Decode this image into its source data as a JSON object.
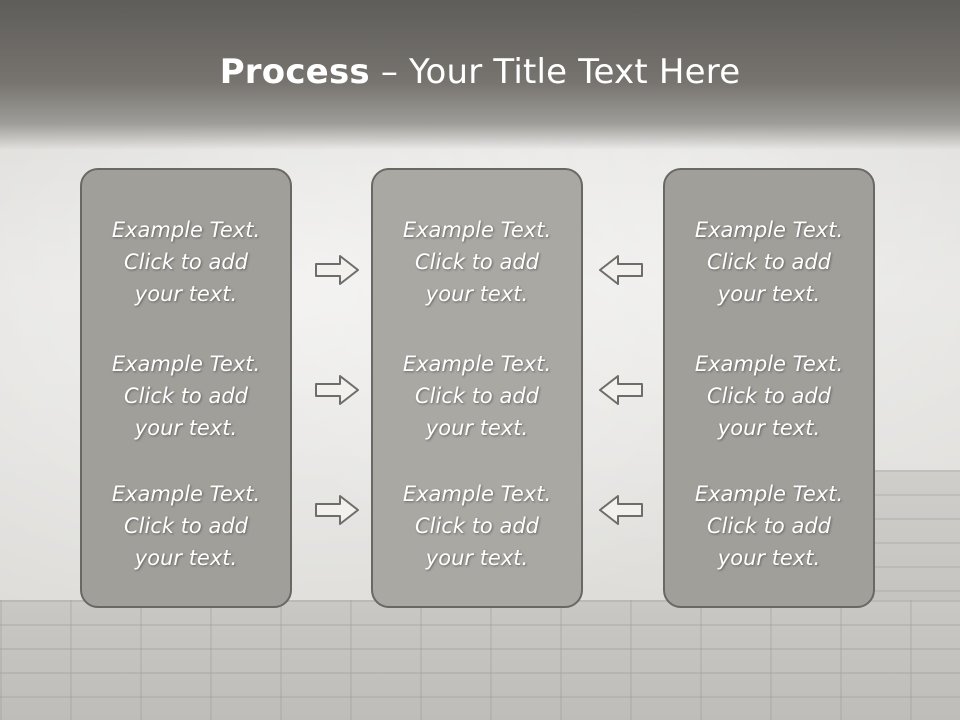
{
  "slide": {
    "title_bold": "Process",
    "title_rest": " – Your Title Text Here"
  },
  "columns": [
    {
      "items": [
        {
          "line1": "Example Text.",
          "line2": "Click  to add",
          "line3": "your text."
        },
        {
          "line1": "Example Text.",
          "line2": "Click  to add",
          "line3": "your text."
        },
        {
          "line1": "Example Text.",
          "line2": "Click  to add",
          "line3": "your text."
        }
      ]
    },
    {
      "items": [
        {
          "line1": "Example Text.",
          "line2": "Click  to add",
          "line3": "your text."
        },
        {
          "line1": "Example Text.",
          "line2": "Click  to add",
          "line3": "your text."
        },
        {
          "line1": "Example Text.",
          "line2": "Click  to add",
          "line3": "your text."
        }
      ]
    },
    {
      "items": [
        {
          "line1": "Example Text.",
          "line2": "Click  to add",
          "line3": "your text."
        },
        {
          "line1": "Example Text.",
          "line2": "Click  to add",
          "line3": "your text."
        },
        {
          "line1": "Example Text.",
          "line2": "Click  to add",
          "line3": "your text."
        }
      ]
    }
  ],
  "arrows": {
    "left_to_middle": "arrow-right-icon",
    "right_to_middle": "arrow-left-icon"
  },
  "colors": {
    "header": "#6b6965",
    "box_fill": "#a19f9a",
    "box_border": "#6a6864",
    "text": "#ffffff"
  }
}
